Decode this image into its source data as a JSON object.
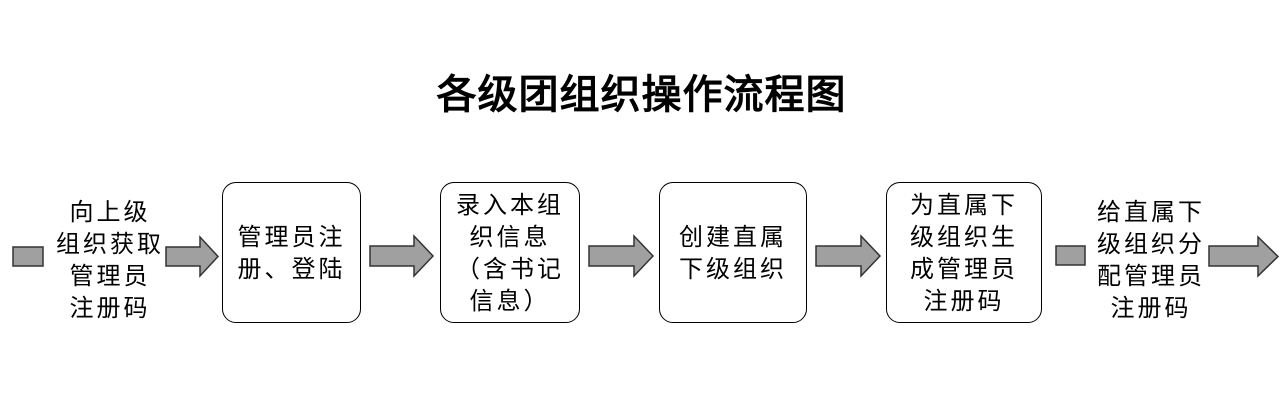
{
  "title": "各级团组织操作流程图",
  "steps": [
    {
      "text": "向上级\n组织获取\n管理员\n注册码"
    },
    {
      "text": "管理员注\n册、登陆"
    },
    {
      "text": "录入本组\n织信息\n（含书记\n信息）"
    },
    {
      "text": "创建直属\n下级组织"
    },
    {
      "text": "为直属下\n级组织生\n成管理员\n注册码"
    },
    {
      "text": "给直属下\n级组织分\n配管理员\n注册码"
    }
  ],
  "colors": {
    "arrow_fill": "#a0a0a0",
    "arrow_stroke": "#333333",
    "border": "#000000"
  }
}
